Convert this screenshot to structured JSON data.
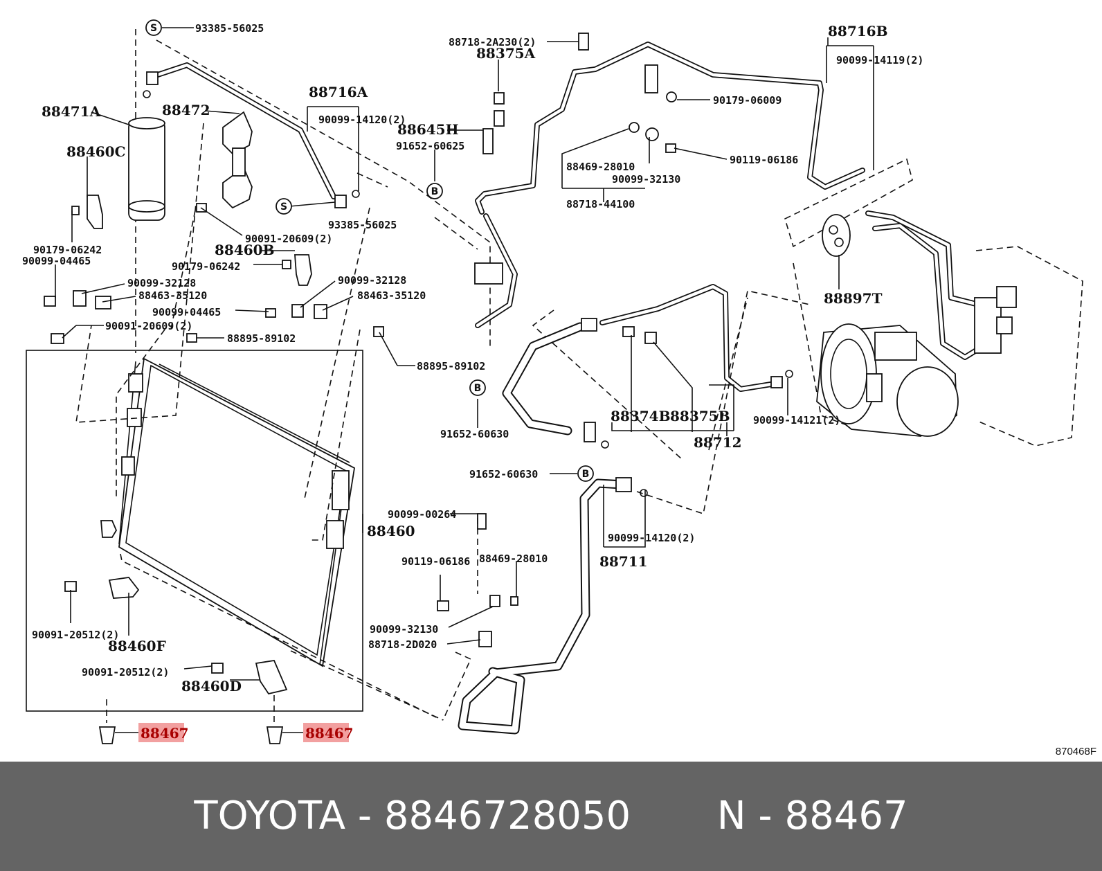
{
  "footer": {
    "brand": "TOYOTA",
    "sep1": " - ",
    "part_number": "8846728050",
    "gap": "       ",
    "ref_prefix": "N",
    "sep2": " - ",
    "ref_code": "88467"
  },
  "diagram": {
    "figure_code": "870468F",
    "highlight_color": "#f2a0a0",
    "symbols": {
      "s": "S",
      "b": "B"
    },
    "labels": {
      "l01": "93385-56025",
      "l02": "88718-2A230(2)",
      "l03": "88375A",
      "l04": "88716B",
      "l05": "90099-14119(2)",
      "l06": "88471A",
      "l07": "88472",
      "l08": "88716A",
      "l09": "90099-14120(2)",
      "l10": "88645H",
      "l11": "91652-60625",
      "l12": "90179-06009",
      "l13": "88460C",
      "l14": "88469-28010",
      "l15": "90119-06186",
      "l16": "90099-32130",
      "l17": "88718-44100",
      "l18": "93385-56025",
      "l19": "90091-20609(2)",
      "l20": "90179-06242",
      "l21": "90099-04465",
      "l22": "88460B",
      "l23": "90179-06242",
      "l24": "90099-32128",
      "l25": "88463-35120",
      "l26": "90099-32128",
      "l27": "88463-35120",
      "l28": "90099-04465",
      "l29": "88897T",
      "l30": "90091-20609(2)",
      "l31": "88895-89102",
      "l32": "88895-89102",
      "l33": "91652-60630",
      "l34": "88374B",
      "l35": "88375B",
      "l36": "90099-14121(2)",
      "l37": "88712",
      "l38": "91652-60630",
      "l39": "90099-00264",
      "l40": "88460",
      "l41": "90099-14120(2)",
      "l42": "90119-06186",
      "l43": "88469-28010",
      "l44": "88711",
      "l45": "90099-32130",
      "l46": "90091-20512(2)",
      "l47": "88460F",
      "l48": "88718-2D020",
      "l49": "90091-20512(2)",
      "l50": "88460D",
      "l51": "88467",
      "l52": "88467"
    }
  }
}
